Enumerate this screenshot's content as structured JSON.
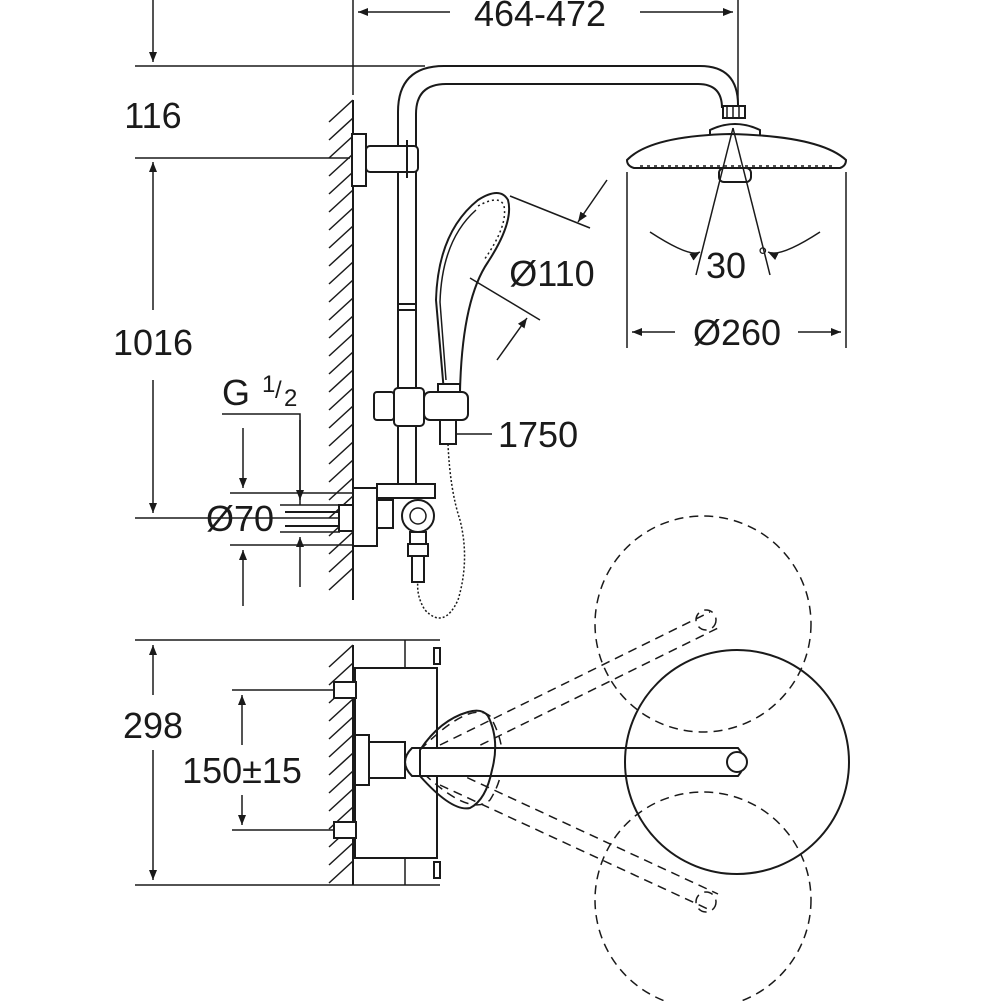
{
  "dimensions": {
    "arm_reach": "464-472",
    "top_offset": "116",
    "rail_height": "1016",
    "thread_main": "G",
    "thread_num": "1",
    "thread_den": "2",
    "rosette_diameter": "Ø70",
    "hand_shower_diameter": "Ø110",
    "head_shower_diameter": "Ø260",
    "tilt_angle": "30",
    "tilt_unit": "°",
    "hose_length": "1750",
    "mixer_height": "298",
    "inlet_spacing": "150±15"
  }
}
